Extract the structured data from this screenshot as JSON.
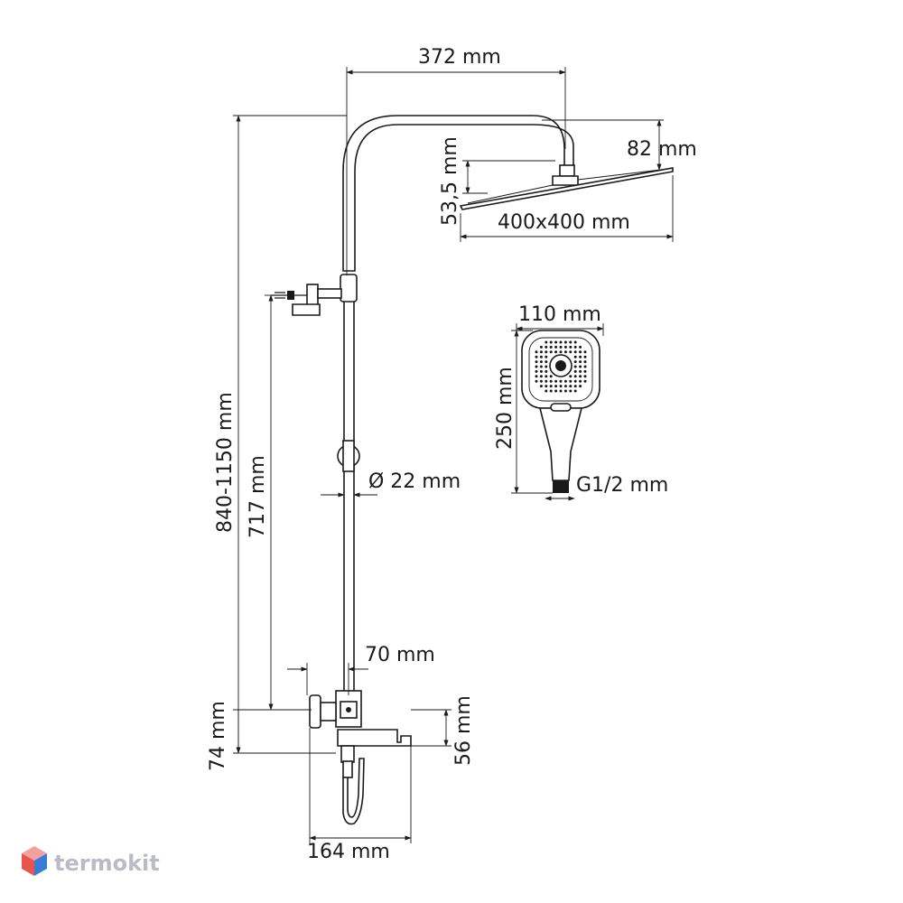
{
  "dimensions": {
    "arm_length": "372 mm",
    "head_height": "82 mm",
    "nozzle_height": "53,5 mm",
    "head_size": "400x400 mm",
    "hand_width": "110 mm",
    "hand_length": "250 mm",
    "hand_thread": "G1/2 mm",
    "total_height": "840-1150 mm",
    "holder_height": "717 mm",
    "pipe_diameter": "Ø 22 mm",
    "wall_offset": "70 mm",
    "mixer_height": "74 mm",
    "spout_height": "56 mm",
    "mixer_width": "164 mm"
  },
  "brand": {
    "name": "termokit",
    "logo_colors": [
      "#e8554e",
      "#3a7bd5",
      "#f2a0a0"
    ]
  }
}
